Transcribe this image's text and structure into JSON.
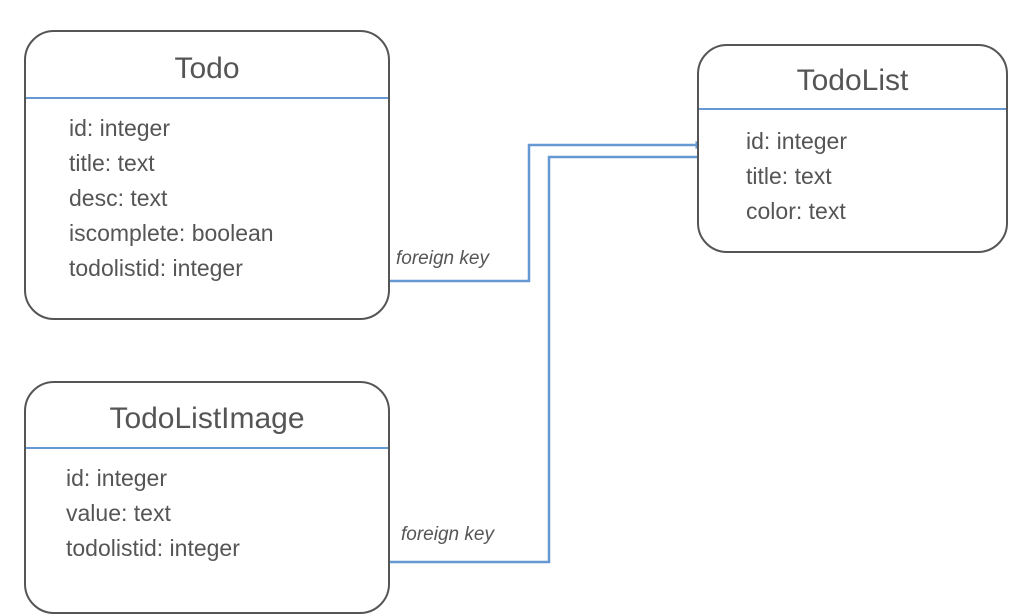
{
  "diagram": {
    "type": "entity-relationship-diagram",
    "colors": {
      "border": "#555555",
      "text": "#555555",
      "accent": "#6699d4",
      "background": "#ffffff"
    }
  },
  "entities": [
    {
      "id": "todo",
      "name": "Todo",
      "attributes": [
        "id: integer",
        "title: text",
        "desc: text",
        "iscomplete: boolean",
        "todolistid: integer"
      ]
    },
    {
      "id": "todolist",
      "name": "TodoList",
      "attributes": [
        "id: integer",
        "title: text",
        "color: text"
      ]
    },
    {
      "id": "todolistimage",
      "name": "TodoListImage",
      "attributes": [
        "id: integer",
        "value: text",
        "todolistid: integer"
      ]
    }
  ],
  "relationships": [
    {
      "id": "fk-todo-todolist",
      "label": "foreign key",
      "from": "todo.todolistid",
      "to": "todolist.id"
    },
    {
      "id": "fk-todolistimage-todolist",
      "label": "foreign key",
      "from": "todolistimage.todolistid",
      "to": "todolist.id"
    }
  ]
}
